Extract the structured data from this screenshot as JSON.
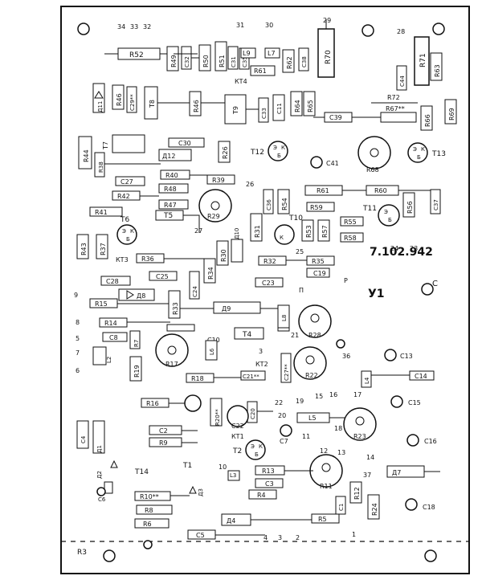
{
  "board": {
    "code": "7.102.942",
    "name": "У1",
    "corner_mark": "С",
    "bottom_left_label": "R3"
  },
  "resistors": [
    {
      "id": "r52",
      "label": "R52"
    },
    {
      "id": "r49",
      "label": "R49"
    },
    {
      "id": "r50",
      "label": "R50"
    },
    {
      "id": "r51",
      "label": "R51"
    },
    {
      "id": "r61b",
      "label": "R61"
    },
    {
      "id": "r62",
      "label": "R62"
    },
    {
      "id": "r70",
      "label": "R70"
    },
    {
      "id": "r71",
      "label": "R71"
    },
    {
      "id": "r63",
      "label": "R63"
    },
    {
      "id": "r46a",
      "label": "R46"
    },
    {
      "id": "r46b",
      "label": "R46"
    },
    {
      "id": "r64",
      "label": "R64"
    },
    {
      "id": "r65",
      "label": "R65"
    },
    {
      "id": "r72",
      "label": "R72"
    },
    {
      "id": "r67",
      "label": "R67**"
    },
    {
      "id": "r66",
      "label": "R66"
    },
    {
      "id": "r69",
      "label": "R69"
    },
    {
      "id": "r44",
      "label": "R44"
    },
    {
      "id": "r38",
      "label": "R38"
    },
    {
      "id": "r40",
      "label": "R40"
    },
    {
      "id": "r39",
      "label": "R39"
    },
    {
      "id": "r48",
      "label": "R48"
    },
    {
      "id": "r42",
      "label": "R42"
    },
    {
      "id": "r47",
      "label": "R47"
    },
    {
      "id": "r41",
      "label": "R41"
    },
    {
      "id": "r61",
      "label": "R61"
    },
    {
      "id": "r60",
      "label": "R60"
    },
    {
      "id": "r54",
      "label": "R54"
    },
    {
      "id": "r59",
      "label": "R59"
    },
    {
      "id": "r55",
      "label": "R55"
    },
    {
      "id": "r56",
      "label": "R56"
    },
    {
      "id": "r58",
      "label": "R58"
    },
    {
      "id": "r57",
      "label": "R57"
    },
    {
      "id": "r53",
      "label": "R53"
    },
    {
      "id": "r43",
      "label": "R43"
    },
    {
      "id": "r37",
      "label": "R37"
    },
    {
      "id": "r36",
      "label": "R36"
    },
    {
      "id": "r34",
      "label": "R34"
    },
    {
      "id": "r30",
      "label": "R30"
    },
    {
      "id": "r31",
      "label": "R31"
    },
    {
      "id": "r32",
      "label": "R32"
    },
    {
      "id": "r35",
      "label": "R35"
    },
    {
      "id": "r15",
      "label": "R15"
    },
    {
      "id": "r33",
      "label": "R33"
    },
    {
      "id": "r14",
      "label": "R14"
    },
    {
      "id": "r7",
      "label": "R7"
    },
    {
      "id": "r19",
      "label": "R19"
    },
    {
      "id": "r18",
      "label": "R18"
    },
    {
      "id": "r8r",
      "label": "R8"
    },
    {
      "id": "r16",
      "label": "R16"
    },
    {
      "id": "r20",
      "label": "R20**"
    },
    {
      "id": "r9",
      "label": "R9"
    },
    {
      "id": "r13",
      "label": "R13"
    },
    {
      "id": "r4",
      "label": "R4"
    },
    {
      "id": "r10",
      "label": "R10**"
    },
    {
      "id": "r8b",
      "label": "R8"
    },
    {
      "id": "r6",
      "label": "R6"
    },
    {
      "id": "r5",
      "label": "R5"
    },
    {
      "id": "r12",
      "label": "R12"
    },
    {
      "id": "r24",
      "label": "R24"
    },
    {
      "id": "r26",
      "label": "R26"
    }
  ],
  "capacitors": [
    {
      "id": "c32",
      "label": "C32"
    },
    {
      "id": "c31",
      "label": "C31"
    },
    {
      "id": "c35",
      "label": "C35"
    },
    {
      "id": "c38",
      "label": "C38"
    },
    {
      "id": "c44",
      "label": "C44"
    },
    {
      "id": "c29",
      "label": "C29**"
    },
    {
      "id": "c33",
      "label": "C33"
    },
    {
      "id": "c11",
      "label": "C11"
    },
    {
      "id": "c39",
      "label": "C39"
    },
    {
      "id": "c30",
      "label": "C30"
    },
    {
      "id": "c27",
      "label": "C27"
    },
    {
      "id": "c36",
      "label": "C36"
    },
    {
      "id": "c37",
      "label": "C37"
    },
    {
      "id": "c28",
      "label": "C28"
    },
    {
      "id": "c25",
      "label": "C25"
    },
    {
      "id": "c24",
      "label": "C24"
    },
    {
      "id": "c23",
      "label": "C23"
    },
    {
      "id": "c19",
      "label": "C19"
    },
    {
      "id": "c8",
      "label": "C8"
    },
    {
      "id": "c10",
      "label": "C10"
    },
    {
      "id": "c14",
      "label": "C14"
    },
    {
      "id": "c21",
      "label": "C21**"
    },
    {
      "id": "c27b",
      "label": "C27**"
    },
    {
      "id": "c4",
      "label": "C4"
    },
    {
      "id": "c2",
      "label": "C2"
    },
    {
      "id": "c3",
      "label": "C3"
    },
    {
      "id": "c20",
      "label": "C20"
    },
    {
      "id": "c5",
      "label": "C5"
    },
    {
      "id": "c1",
      "label": "C1"
    },
    {
      "id": "c6",
      "label": "C6"
    }
  ],
  "round_parts": [
    {
      "id": "r29",
      "label": "R29"
    },
    {
      "id": "r68",
      "label": "R68"
    },
    {
      "id": "r28",
      "label": "R28"
    },
    {
      "id": "r17",
      "label": "R17"
    },
    {
      "id": "r22",
      "label": "R22"
    },
    {
      "id": "r23",
      "label": "R23"
    },
    {
      "id": "r11",
      "label": "R11"
    },
    {
      "id": "c41",
      "label": "C41"
    },
    {
      "id": "c22",
      "label": "C22"
    },
    {
      "id": "c7",
      "label": "C7"
    },
    {
      "id": "c13",
      "label": "C13"
    },
    {
      "id": "c15",
      "label": "C15"
    },
    {
      "id": "c16",
      "label": "C16"
    },
    {
      "id": "c18",
      "label": "C18"
    }
  ],
  "transistors": [
    {
      "id": "t12",
      "label": "T12"
    },
    {
      "id": "t13",
      "label": "T13"
    },
    {
      "id": "t6",
      "label": "T6"
    },
    {
      "id": "t10",
      "label": "T10"
    },
    {
      "id": "t11",
      "label": "T11"
    },
    {
      "id": "t2",
      "label": "T2"
    },
    {
      "id": "t5",
      "label": "T5"
    },
    {
      "id": "t4",
      "label": "T4"
    },
    {
      "id": "t7",
      "label": "T7"
    },
    {
      "id": "t8",
      "label": "T8"
    },
    {
      "id": "t9",
      "label": "T9"
    },
    {
      "id": "t14",
      "label": "T14"
    },
    {
      "id": "t1",
      "label": "T1"
    }
  ],
  "diodes": [
    {
      "id": "d11",
      "label": "Д11"
    },
    {
      "id": "d12",
      "label": "Д12"
    },
    {
      "id": "d10",
      "label": "Д10"
    },
    {
      "id": "d8",
      "label": "Д8"
    },
    {
      "id": "d9",
      "label": "Д9"
    },
    {
      "id": "d1",
      "label": "Д1"
    },
    {
      "id": "d2",
      "label": "Д2"
    },
    {
      "id": "d3",
      "label": "Д3"
    },
    {
      "id": "d4",
      "label": "Д4"
    },
    {
      "id": "d7",
      "label": "Д7"
    }
  ],
  "inductors": [
    {
      "id": "l9",
      "label": "L9"
    },
    {
      "id": "l7",
      "label": "L7"
    },
    {
      "id": "l8",
      "label": "L8"
    },
    {
      "id": "l6",
      "label": "L6"
    },
    {
      "id": "l2",
      "label": "L2"
    },
    {
      "id": "l4",
      "label": "L4"
    },
    {
      "id": "l5",
      "label": "L5"
    },
    {
      "id": "l3",
      "label": "L3"
    }
  ],
  "test_points": [
    "КТ4",
    "КТ3",
    "КТ2",
    "КТ1"
  ],
  "pin_labels": [
    "Э",
    "К",
    "Б",
    "К",
    "Э",
    "Б",
    "Э",
    "К",
    "Б",
    "К",
    "Э",
    "Б",
    "Э",
    "К",
    "Б"
  ],
  "terminals": [
    "34",
    "33",
    "32",
    "31",
    "30",
    "29",
    "28",
    "27",
    "26",
    "25",
    "24",
    "23",
    "36",
    "21",
    "22",
    "19",
    "20",
    "15",
    "16",
    "17",
    "18",
    "14",
    "13",
    "12",
    "11",
    "10",
    "9",
    "8",
    "7",
    "6",
    "5",
    "4",
    "3",
    "2",
    "1",
    "37",
    "3",
    "П",
    "Р"
  ]
}
